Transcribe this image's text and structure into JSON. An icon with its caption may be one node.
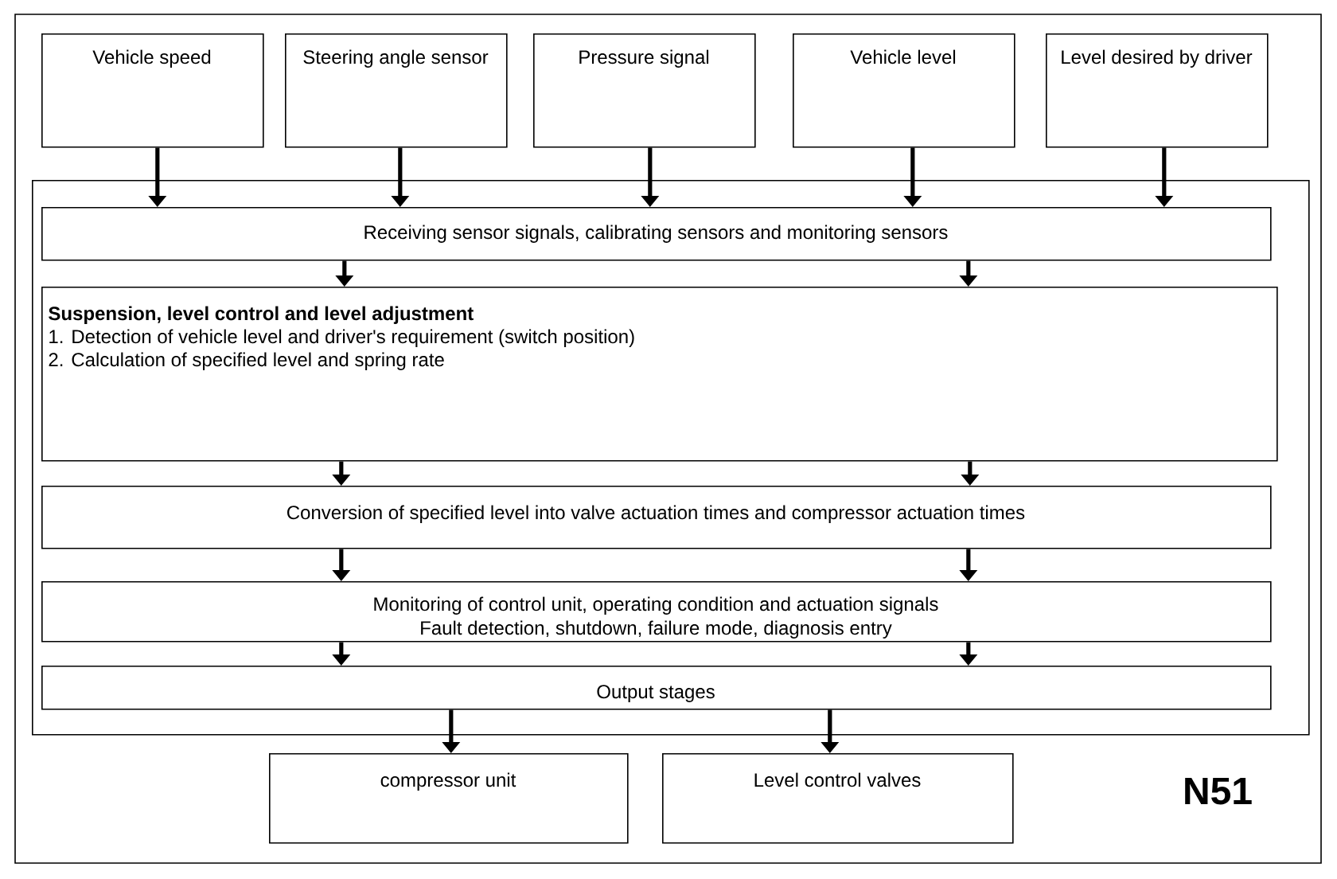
{
  "diagram": {
    "nodes": [
      {
        "text": [
          "Vehicle speed"
        ]
      },
      {
        "text": [
          "Steering angle sensor"
        ]
      },
      {
        "text": [
          "Pressure signal"
        ]
      },
      {
        "text": [
          "Vehicle level"
        ]
      },
      {
        "text": [
          "Level desired by driver"
        ]
      },
      {
        "text": [],
        "shape": "box"
      },
      {
        "text": [
          "Receiving sensor signals, calibrating sensors and monitoring sensors"
        ],
        "in": 5
      },
      {
        "text": [
          "Suspension, level control and level adjustment",
          "1. Detection of vehicle level and driver's requirement (switch position)",
          "2. Calculation of specified level and spring rate"
        ],
        "in": 5
      },
      {
        "text": [
          "Conversion of specified level into valve actuation times and compressor actuation times"
        ],
        "in": 5
      },
      {
        "text": [
          "Monitoring of control unit, operating condition and actuation signals",
          "Fault detection, shutdown, failure mode, diagnosis entry"
        ],
        "in": 5
      },
      {
        "text": [
          "Output stages"
        ],
        "in": 5
      },
      {
        "text": [
          "compressor unit"
        ]
      },
      {
        "text": [
          "Level control valves"
        ]
      }
    ],
    "edges": [
      {
        "from": 0,
        "to": 6,
        "arrow": "to"
      },
      {
        "from": 1,
        "to": 6,
        "arrow": "to"
      },
      {
        "from": 2,
        "to": 6,
        "arrow": "to"
      },
      {
        "from": 3,
        "to": 6,
        "arrow": "to"
      },
      {
        "from": 4,
        "to": 6,
        "arrow": "to"
      },
      {
        "from": 6,
        "to": 7,
        "arrow": "to"
      },
      {
        "from": 6,
        "to": 7,
        "arrow": "to"
      },
      {
        "from": 7,
        "to": 8,
        "arrow": "to"
      },
      {
        "from": 7,
        "to": 8,
        "arrow": "to"
      },
      {
        "from": 8,
        "to": 9,
        "arrow": "to"
      },
      {
        "from": 8,
        "to": 9,
        "arrow": "to"
      },
      {
        "from": 9,
        "to": 10,
        "arrow": "to"
      },
      {
        "from": 9,
        "to": 10,
        "arrow": "to"
      },
      {
        "from": 10,
        "to": 11,
        "arrow": "to"
      },
      {
        "from": 10,
        "to": 12,
        "arrow": "to"
      }
    ],
    "labels": [
      "N51"
    ]
  }
}
